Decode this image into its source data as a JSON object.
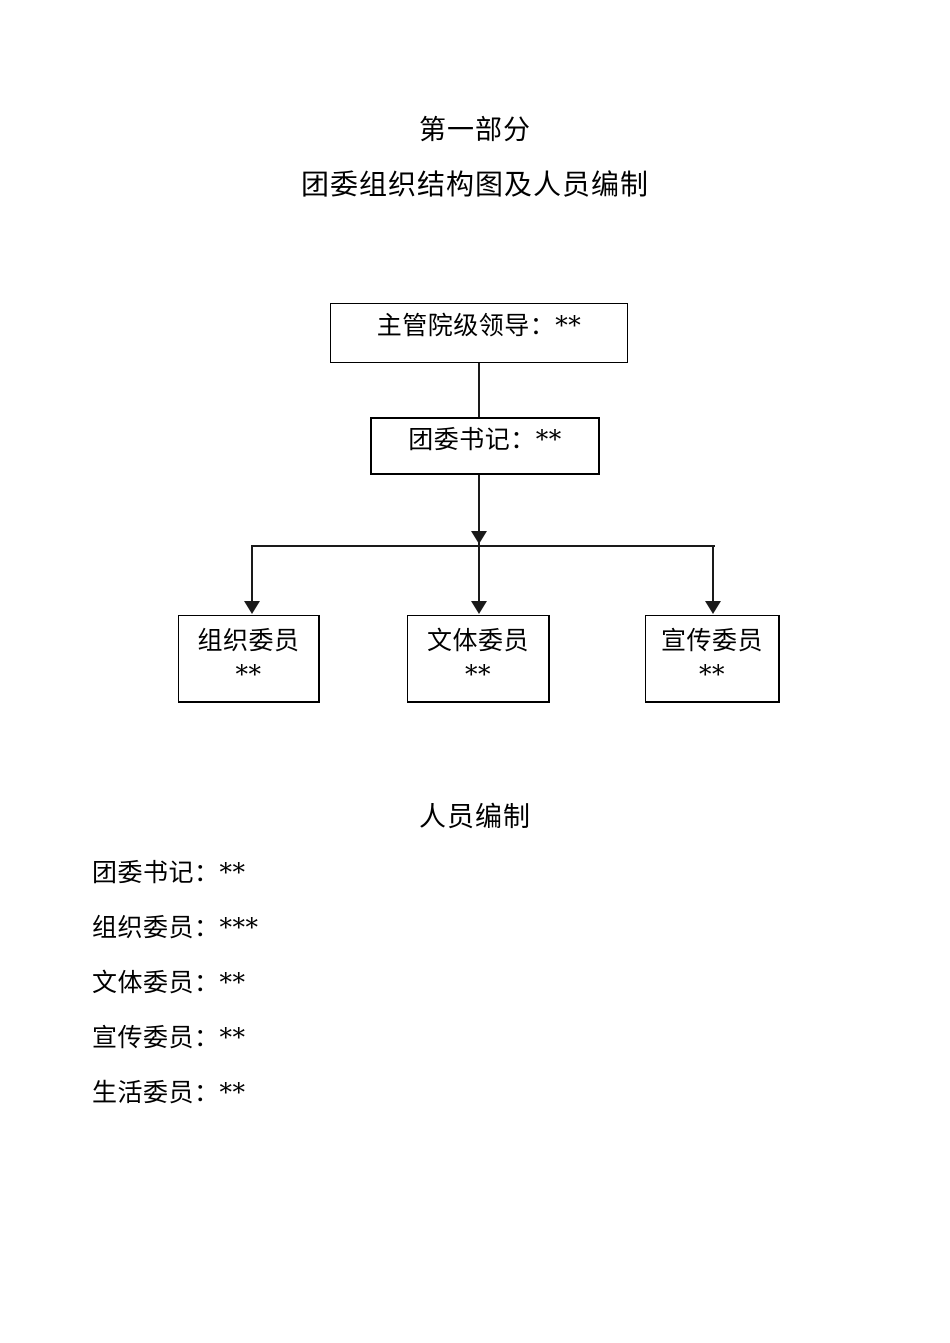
{
  "document": {
    "part_label": "第一部分",
    "title": "团委组织结构图及人员编制",
    "section_heading": "人员编制"
  },
  "org_chart": {
    "nodes": [
      {
        "id": "supervising-leader",
        "label": "主管院级领导：**",
        "level": 1
      },
      {
        "id": "league-secretary",
        "label": "团委书记：**",
        "level": 2
      },
      {
        "id": "organization-member",
        "line1": "组织委员",
        "line2": "**",
        "level": 3
      },
      {
        "id": "culture-sports-member",
        "line1": "文体委员",
        "line2": "**",
        "level": 3
      },
      {
        "id": "publicity-member",
        "line1": "宣传委员",
        "line2": "**",
        "level": 3
      }
    ]
  },
  "staffing": {
    "items": [
      {
        "role": "团委书记",
        "count": "**",
        "text": "团委书记：**"
      },
      {
        "role": "组织委员",
        "count": "***",
        "text": "组织委员：***"
      },
      {
        "role": "文体委员",
        "count": "**",
        "text": "文体委员：**"
      },
      {
        "role": "宣传委员",
        "count": "**",
        "text": "宣传委员：**"
      },
      {
        "role": "生活委员",
        "count": "**",
        "text": "生活委员：**"
      }
    ]
  },
  "colors": {
    "ink": "#000000",
    "line": "#1a1a1a",
    "page": "#ffffff"
  }
}
